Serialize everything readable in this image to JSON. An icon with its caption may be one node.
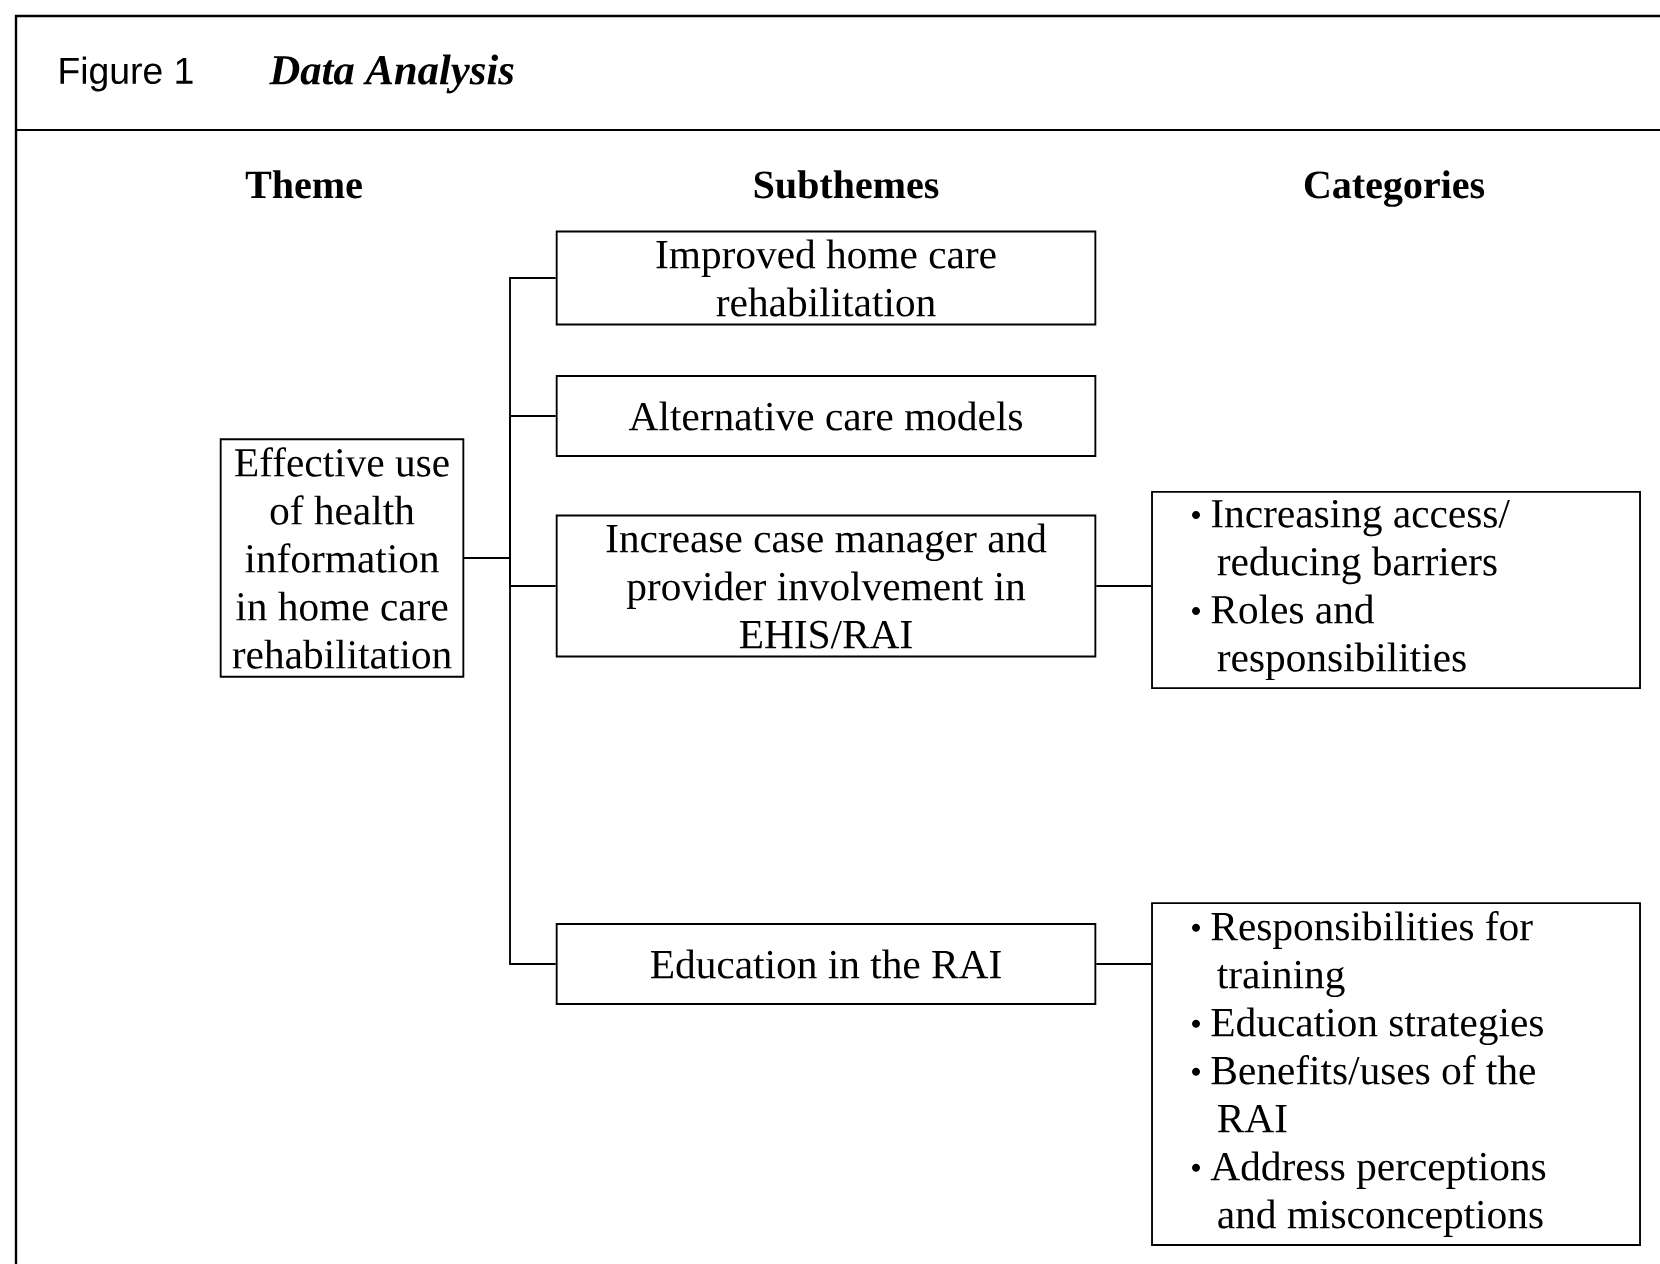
{
  "diagram": {
    "title": "Data Analysis",
    "nodes": [
      {
        "text": [
          "Effective use of health information in home care rehabilitation"
        ]
      },
      {
        "text": [
          "Improved home care rehabilitation"
        ]
      },
      {
        "text": [
          "Alternative care models"
        ]
      },
      {
        "text": [
          "Increase case manager and provider involvement in EHIS/RAI"
        ]
      },
      {
        "text": [
          "Education in the RAI"
        ]
      },
      {
        "text": [
          "Increasing access/ reducing barriers",
          "Roles and responsibilities"
        ]
      },
      {
        "text": [
          "Responsibilities for training",
          "Education strategies",
          "Benefits/uses of the RAI",
          "Address perceptions and misconceptions"
        ]
      }
    ],
    "edges": [
      {
        "from": 0,
        "to": 1,
        "arrow": "none"
      },
      {
        "from": 0,
        "to": 2,
        "arrow": "none"
      },
      {
        "from": 0,
        "to": 3,
        "arrow": "none"
      },
      {
        "from": 0,
        "to": 4,
        "arrow": "none"
      },
      {
        "from": 3,
        "to": 5,
        "arrow": "none"
      },
      {
        "from": 4,
        "to": 6,
        "arrow": "none"
      }
    ],
    "labels": [
      "Figure 1",
      "Theme",
      "Subthemes",
      "Categories"
    ]
  }
}
